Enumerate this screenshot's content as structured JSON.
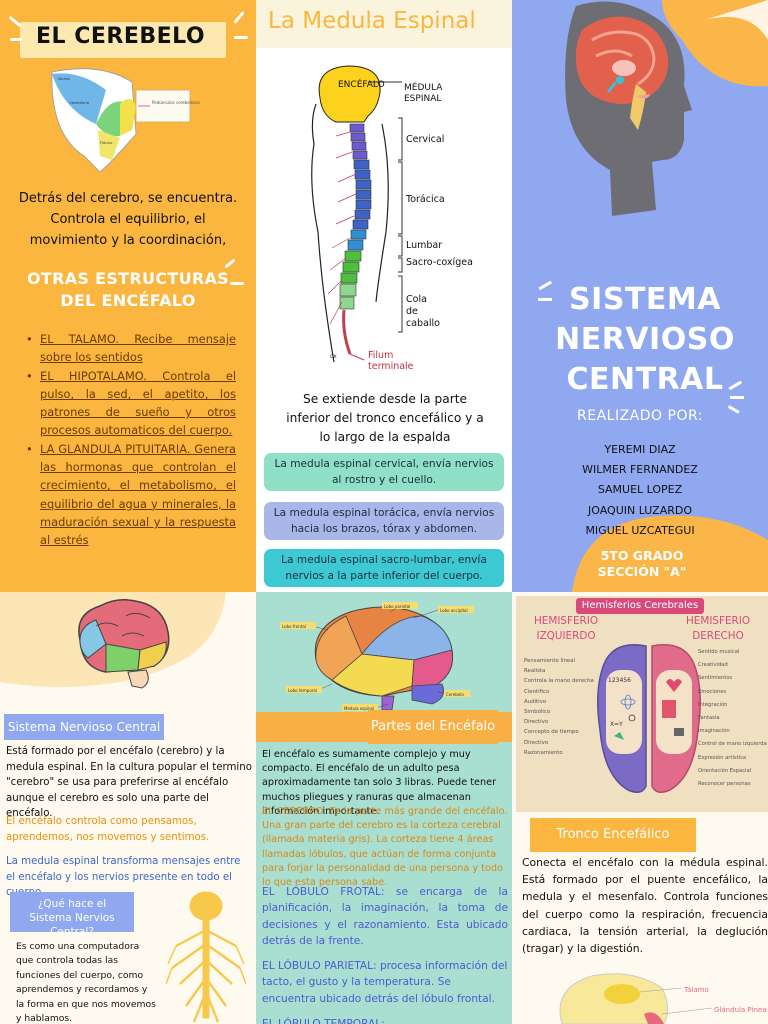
{
  "cerebelo": {
    "title": "EL CEREBELO",
    "description": "Detrás del cerebro, se encuentra. Controla el equilibrio, el movimiento y la coordinación,",
    "subtitle": "OTRAS ESTRUCTURAS DEL ENCÉFALO",
    "items": [
      "EL TALAMO. Recibe mensaje sobre los sentidos",
      "EL HIPOTALAMO. Controla el pulso, la sed, el apetito, los patrones de sueño y otros procesos automaticos del cuerpo.",
      "LA GLANDULA PITUITARIA. Genera las hormonas que controlan el crecimiento, el metabolismo, el equilibrio del agua y minerales, la maduración sexual y la respuesta al estrés"
    ]
  },
  "medula": {
    "title": "La Medula Espinal",
    "figure_labels": {
      "encefalo": "ENCÉFALO",
      "medula": "MÉDULA ESPINAL",
      "cervical": "Cervical",
      "toracica": "Torácica",
      "lumbar": "Lumbar",
      "sacro": "Sacro-coxígea",
      "cola": "Cola de caballo",
      "filum": "Filum terminale",
      "cx": "cx"
    },
    "description": "Se extiende desde la parte inferior del tronco encefálico y a lo largo de la espalda",
    "notes": [
      "La medula espinal cervical, envía nervios al rostro y el cuello.",
      "La medula espinal torácica, envía nervios hacia los brazos, tórax y abdomen.",
      "La medula espinal sacro-lumbar, envía nervios a la parte inferior del cuerpo."
    ]
  },
  "cover": {
    "title": "SISTEMA NERVIOSO CENTRAL",
    "made_by": "REALIZADO POR:",
    "authors": [
      "YEREMI DIAZ",
      "WILMER FERNANDEZ",
      "SAMUEL LOPEZ",
      "JOAQUIN LUZARDO",
      "MIGUEL UZCATEGUI"
    ],
    "grade": "5TO GRADO",
    "section": "SECCIÓN \"A\""
  },
  "snc": {
    "label": "Sistema Nervioso Central",
    "p1": "Está formado por el encéfalo (cerebro) y la medula espinal. En la cultura popular el termino \"cerebro\" se usa para preferirse al encéfalo aunque el cerebro es solo una parte del encéfalo.",
    "p2": "El encéfalo controla como pensamos, aprendemos, nos movemos y sentimos.",
    "p3": "La medula espinal transforma mensajes entre el encéfalo y los nervios presente en todo el cuerpo.",
    "question": "¿Qué hace el Sistema Nervios Central?",
    "answer": "Es como una computadora que controla todas las funciones del cuerpo, como aprendemos y recordamos y la forma en que nos movemos y hablamos."
  },
  "partes": {
    "label": "Partes del Encéfalo",
    "brain_labels": {
      "parietal": "Lobo parietal",
      "frontal": "Lobo frontal",
      "occipital": "Lobo occipital",
      "temporal": "Lobo temporal",
      "cerebelo": "Cerebelo",
      "medula": "Medula espinal"
    },
    "intro": "El encéfalo es sumamente complejo y muy compacto. El encéfalo de un adulto pesa aproximadamente tan solo 3 libras. Puede tener muchos pliegues y ranuras que almacenan información importante.",
    "cerebro": "EL CEREBRO: Es la parte más grande del encéfalo. Una gran parte del cerebro es la corteza cerebral (llamada materia gris). La corteza tiene 4 áreas llamadas lóbulos, que actúan de forma conjunta para forjar la personalidad de una persona y todo lo que esta persona sabe.",
    "frontal": "EL LÓBULO FROTAL: se encarga de la planificación, la imaginación, la toma de decisiones y el razonamiento. Esta ubicado detrás de la frente.",
    "parietal": "EL LÓBULO PARIETAL: procesa información del tacto, el gusto y la temperatura. Se encuentra ubicado detrás del lóbulo frontal.",
    "temporal": "EL LÓBULO TEMPORAL:"
  },
  "hemisferios": {
    "title": "Hemisferios Cerebrales",
    "left_title": "HEMISFERIO IZQUIERDO",
    "right_title": "HEMISFERIO DERECHO",
    "left_items": [
      "Pensamiento lineal",
      "Realista",
      "Controla la mano derecha",
      "Científico",
      "Auditivo",
      "Simbólico",
      "Directivo",
      "Concepto de tiempo",
      "Directivo",
      "Razonamiento"
    ],
    "right_items": [
      "Sentido musical",
      "Creatividad",
      "Sentimientos",
      "Emociones",
      "Integración",
      "Fantasía",
      "Imaginación",
      "Control de mano izquierda",
      "Expresión artística",
      "Orientación Espacial",
      "Reconocer personas"
    ],
    "numbers": "123456",
    "formula": "X=Y",
    "tronco_label": "Tronco Encefálico",
    "tronco_text": "Conecta el encéfalo con la médula espinal. Está formado por el puente encefálico, la medula y el mesenfalo. Controla funciones del cuerpo como la respiración, frecuencia cardiaca, la tensión arterial, la deglución (tragar) y la digestión.",
    "fig_labels": {
      "talamo": "Tálamo",
      "pineal": "Glándula Pinea"
    }
  }
}
